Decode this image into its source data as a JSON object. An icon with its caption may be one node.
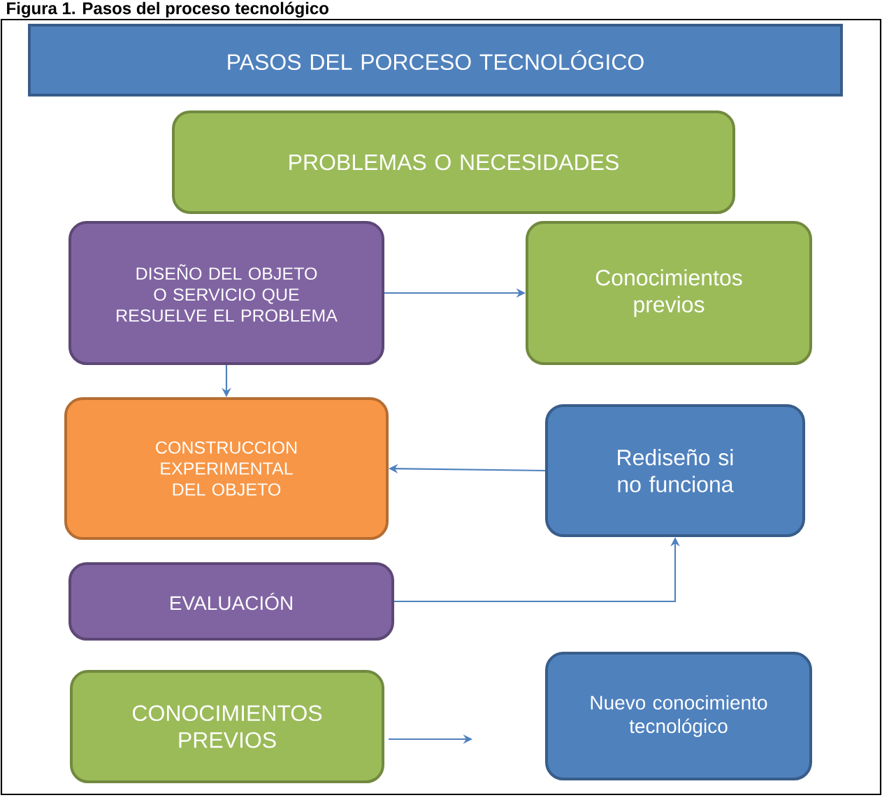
{
  "diagram": {
    "title": "Figura 1. Pasos del proceso tecnológico",
    "nodes": [
      {
        "text": [
          "PASOS DEL PORCESO TECNOLÓGICO"
        ]
      },
      {
        "text": [
          "PROBLEMAS O NECESIDADES"
        ]
      },
      {
        "text": [
          "DISEÑO DEL OBJETO O SERVICIO QUE RESUELVE EL PROBLEMA"
        ]
      },
      {
        "text": [
          "Conocimientos previos"
        ]
      },
      {
        "text": [
          "CONSTRUCCION EXPERIMENTAL DEL OBJETO"
        ]
      },
      {
        "text": [
          "Rediseño si no funciona"
        ]
      },
      {
        "text": [
          "EVALUACIÓN"
        ]
      },
      {
        "text": [
          "CONOCIMIENTOS PREVIOS"
        ]
      },
      {
        "text": [
          "Nuevo conocimiento tecnológico"
        ]
      }
    ],
    "edges": [
      {
        "from": 2,
        "to": 3,
        "arrow": "to"
      },
      {
        "from": 2,
        "to": 4,
        "arrow": "to"
      },
      {
        "from": 5,
        "to": 4,
        "arrow": "to"
      },
      {
        "from": 6,
        "to": 5,
        "arrow": "to"
      },
      {
        "from": 7,
        "to": null,
        "arrow": "to"
      }
    ]
  }
}
